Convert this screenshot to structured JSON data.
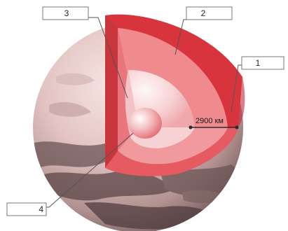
{
  "labels": {
    "layer_1": "1",
    "layer_2": "2",
    "layer_3": "3",
    "layer_4": "4"
  },
  "distance_label": "2900 км",
  "colors": {
    "crust": "#e0474f",
    "mantle_cut": "#ef8a8f",
    "outer_core": "#f6c9cc",
    "inner_core": "#f2a2a6",
    "globe_light": "#efd6d4",
    "globe_dark": "#8d6f70",
    "callout_line": "#555555"
  }
}
